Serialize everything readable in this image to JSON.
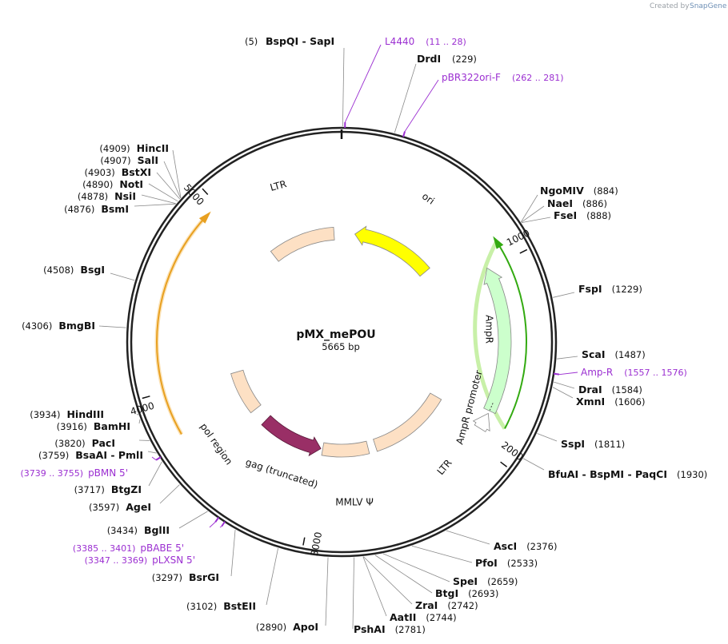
{
  "plasmid": {
    "name": "pMX_mePOU",
    "size_label": "5665 bp"
  },
  "credit": {
    "prefix": "Created by",
    "brand": "SnapGene"
  },
  "ticks": [
    {
      "label": "1000"
    },
    {
      "label": "2000"
    },
    {
      "label": "3000"
    },
    {
      "label": "4000"
    },
    {
      "label": "5000"
    }
  ],
  "features": [
    {
      "name": "LTR",
      "color": "#fde0c4"
    },
    {
      "name": "ori",
      "color": "#ffff00"
    },
    {
      "name": "AmpR",
      "color": "#ccffcc"
    },
    {
      "name": "AmpR promoter",
      "color": "#ffffff"
    },
    {
      "name": "LTR",
      "color": "#fde0c4"
    },
    {
      "name": "MMLV Ψ",
      "color": "#fde0c4"
    },
    {
      "name": "gag (truncated)",
      "color": "#992f66"
    },
    {
      "name": "pol region",
      "color": "#fde0c4"
    }
  ],
  "sites": [
    {
      "name": "BspQI  -  SapI",
      "pos": "(5)"
    },
    {
      "name": "DrdI",
      "pos": "(229)"
    },
    {
      "name": "NgoMIV",
      "pos": "(884)"
    },
    {
      "name": "NaeI",
      "pos": "(886)"
    },
    {
      "name": "FseI",
      "pos": "(888)"
    },
    {
      "name": "FspI",
      "pos": "(1229)"
    },
    {
      "name": "ScaI",
      "pos": "(1487)"
    },
    {
      "name": "DraI",
      "pos": "(1584)"
    },
    {
      "name": "XmnI",
      "pos": "(1606)"
    },
    {
      "name": "SspI",
      "pos": "(1811)"
    },
    {
      "name": "BfuAI  -  BspMI  -  PaqCI",
      "pos": "(1930)"
    },
    {
      "name": "AscI",
      "pos": "(2376)"
    },
    {
      "name": "PfoI",
      "pos": "(2533)"
    },
    {
      "name": "SpeI",
      "pos": "(2659)"
    },
    {
      "name": "BtgI",
      "pos": "(2693)"
    },
    {
      "name": "ZraI",
      "pos": "(2742)"
    },
    {
      "name": "AatII",
      "pos": "(2744)"
    },
    {
      "name": "PshAI",
      "pos": "(2781)"
    },
    {
      "name": "ApoI",
      "pos": "(2890)"
    },
    {
      "name": "BstEII",
      "pos": "(3102)"
    },
    {
      "name": "BsrGI",
      "pos": "(3297)"
    },
    {
      "name": "BglII",
      "pos": "(3434)"
    },
    {
      "name": "AgeI",
      "pos": "(3597)"
    },
    {
      "name": "BtgZI",
      "pos": "(3717)"
    },
    {
      "name": "BsaAI  -  PmlI",
      "pos": "(3759)"
    },
    {
      "name": "PacI",
      "pos": "(3820)"
    },
    {
      "name": "BamHI",
      "pos": "(3916)"
    },
    {
      "name": "HindIII",
      "pos": "(3934)"
    },
    {
      "name": "BmgBI",
      "pos": "(4306)"
    },
    {
      "name": "BsgI",
      "pos": "(4508)"
    },
    {
      "name": "BsmI",
      "pos": "(4876)"
    },
    {
      "name": "NsiI",
      "pos": "(4878)"
    },
    {
      "name": "NotI",
      "pos": "(4890)"
    },
    {
      "name": "BstXI",
      "pos": "(4903)"
    },
    {
      "name": "SalI",
      "pos": "(4907)"
    },
    {
      "name": "HincII",
      "pos": "(4909)"
    }
  ],
  "primers": [
    {
      "name": "L4440",
      "range": "(11 .. 28)"
    },
    {
      "name": "pBR322ori-F",
      "range": "(262 .. 281)"
    },
    {
      "name": "Amp-R",
      "range": "(1557 .. 1576)"
    },
    {
      "name": "pBMN 5'",
      "range": "(3739 .. 3755)"
    },
    {
      "name": "pBABE 5'",
      "range": "(3385 .. 3401)"
    },
    {
      "name": "pLXSN 5'",
      "range": "(3347 .. 3369)"
    }
  ],
  "colors": {
    "primer": "#9b2fd1",
    "backbone": "#222222",
    "orf_green": "#33aa11",
    "orf_orange": "#e8a020"
  }
}
